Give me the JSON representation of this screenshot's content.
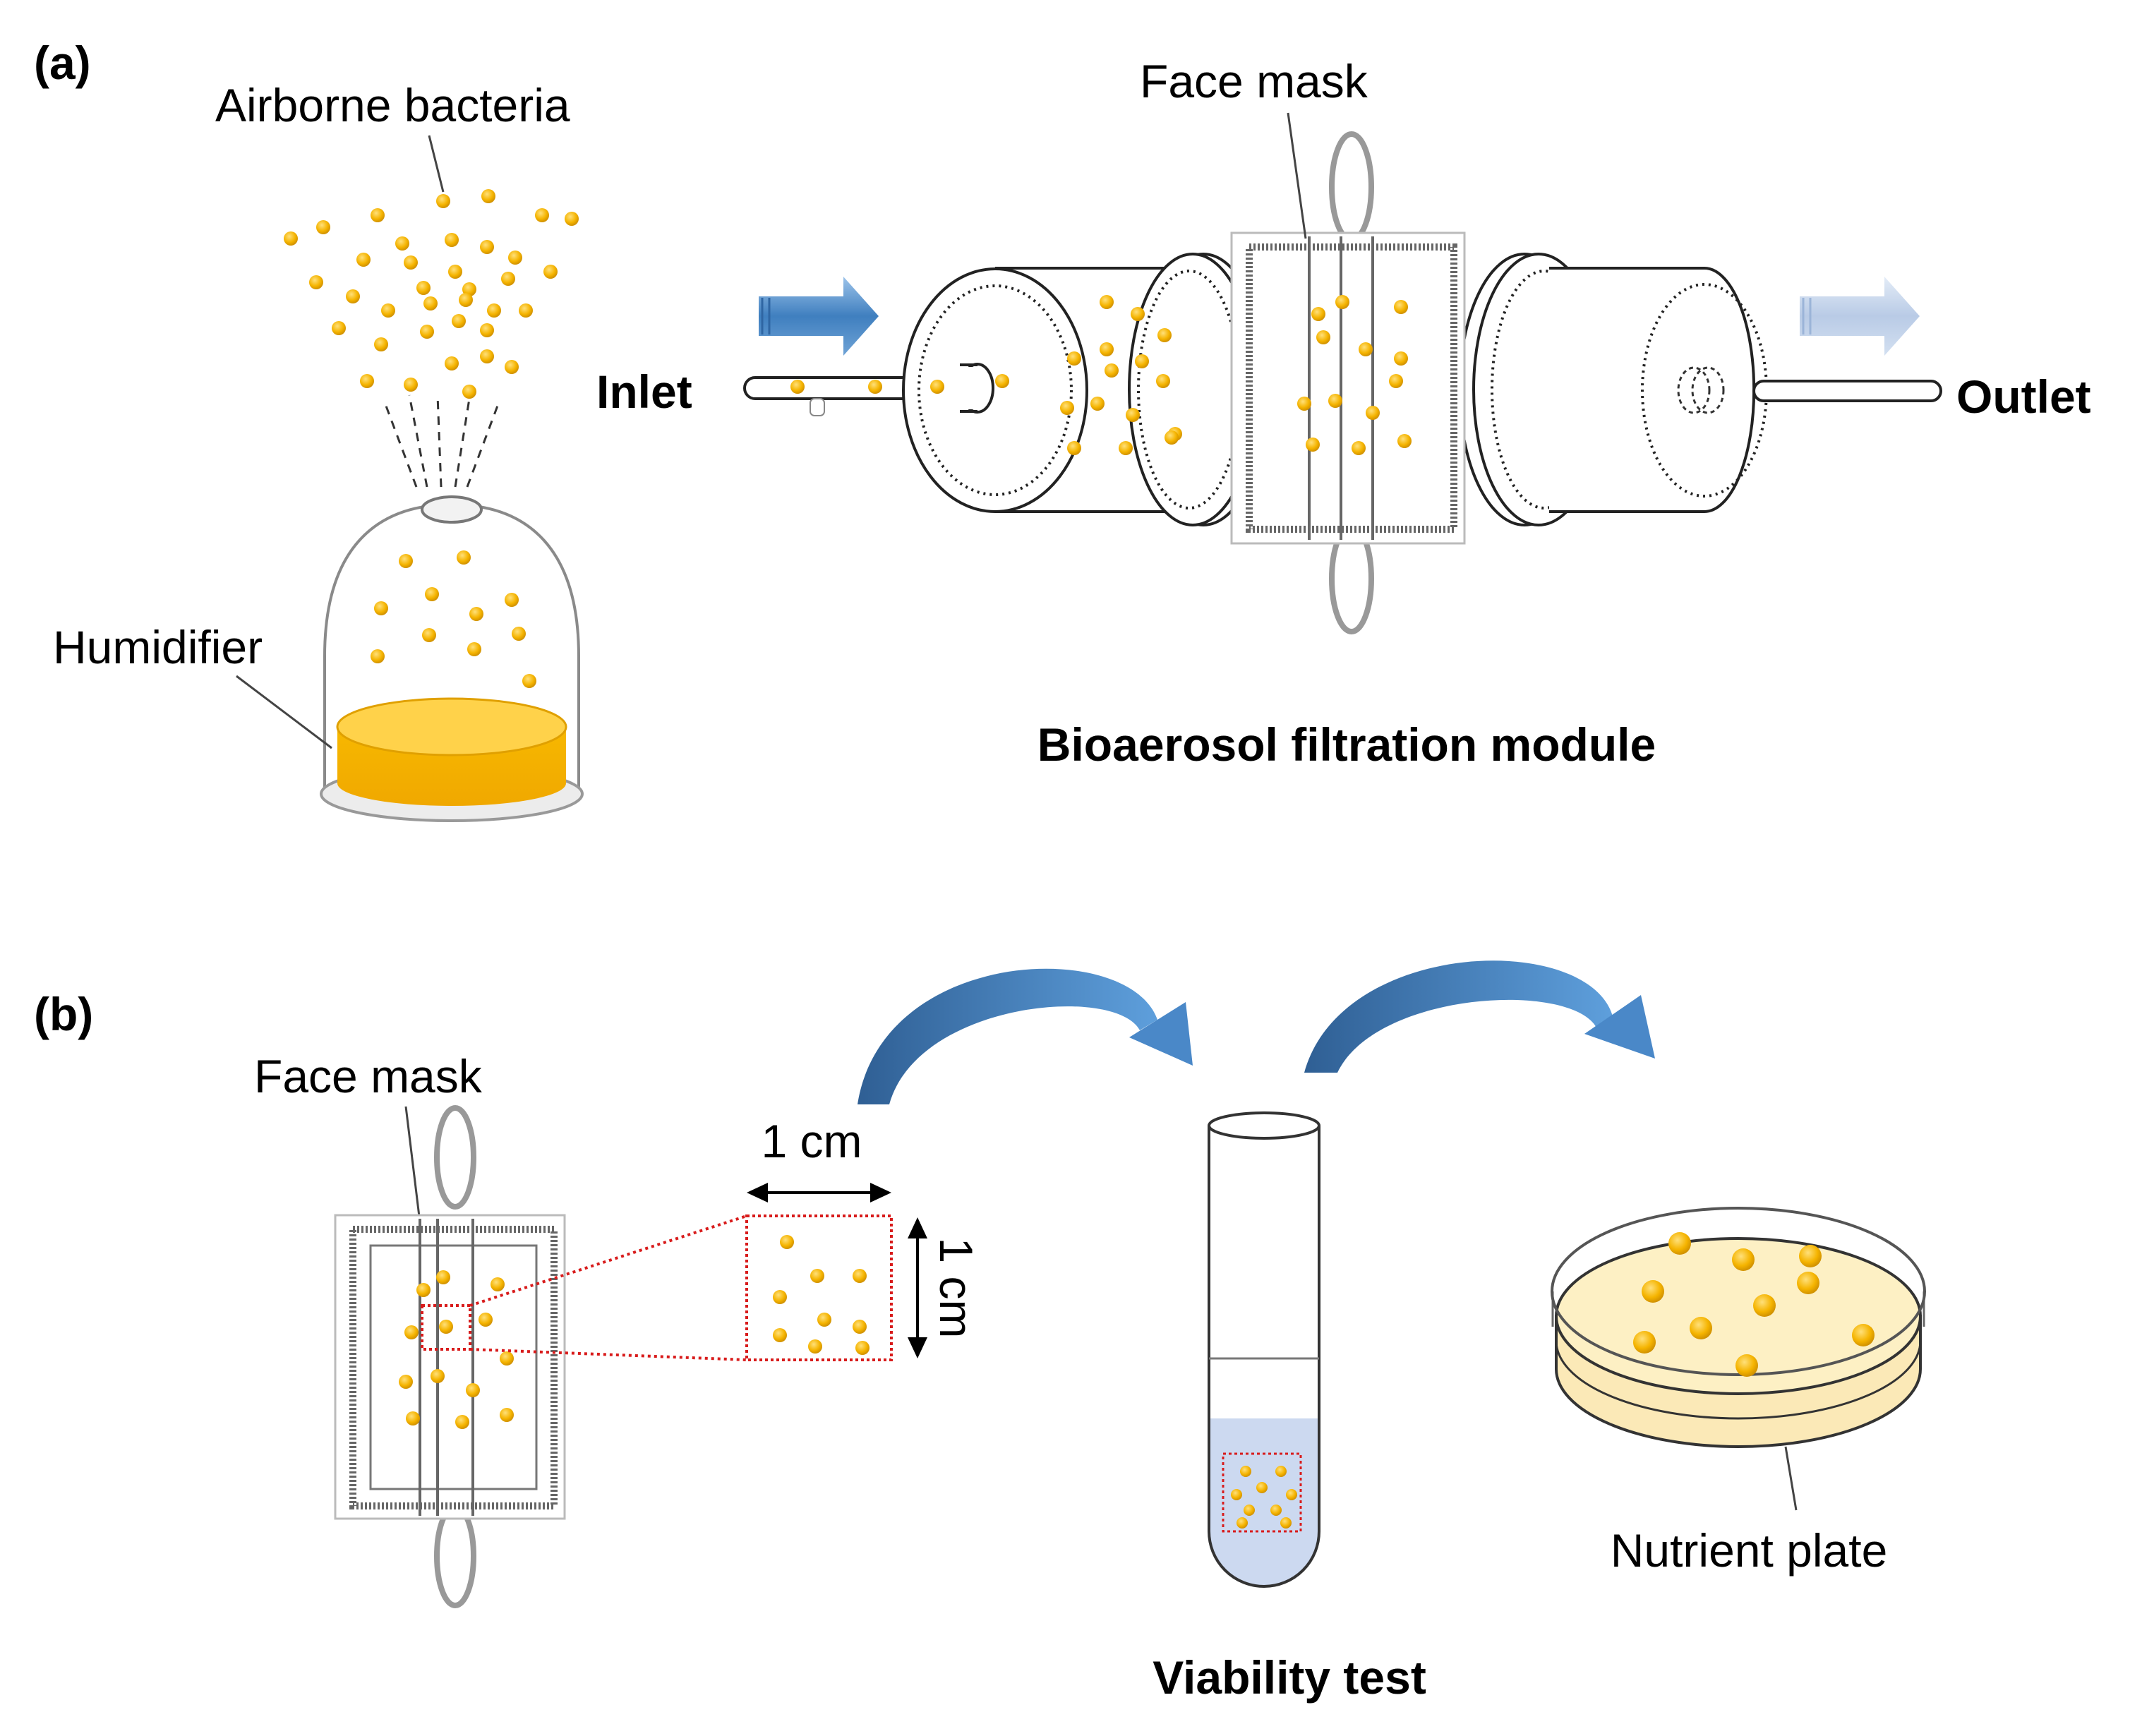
{
  "panel_a": {
    "tag": "(a)",
    "airborne_label": "Airborne bacteria",
    "humidifier_label": "Humidifier",
    "face_mask_label": "Face mask",
    "inlet_label": "Inlet",
    "outlet_label": "Outlet",
    "module_label": "Bioaerosol filtration module"
  },
  "panel_b": {
    "tag": "(b)",
    "face_mask_label": "Face mask",
    "width_label": "1 cm",
    "height_label": "1 cm",
    "viability_label": "Viability test",
    "plate_label": "Nutrient plate"
  },
  "colors": {
    "bacteria": "#f5b400",
    "arrow_blue": "#3f7fbf",
    "arrow_light": "#b9cbe6",
    "liquid": "#ccd9f0",
    "agar": "#fdf0c4",
    "zoom_box": "#d81b1b"
  },
  "icons": [
    "humidifier-icon",
    "filtration-module-icon",
    "face-mask-icon",
    "test-tube-icon",
    "petri-dish-icon",
    "flow-arrow-icon",
    "curved-arrow-icon"
  ]
}
